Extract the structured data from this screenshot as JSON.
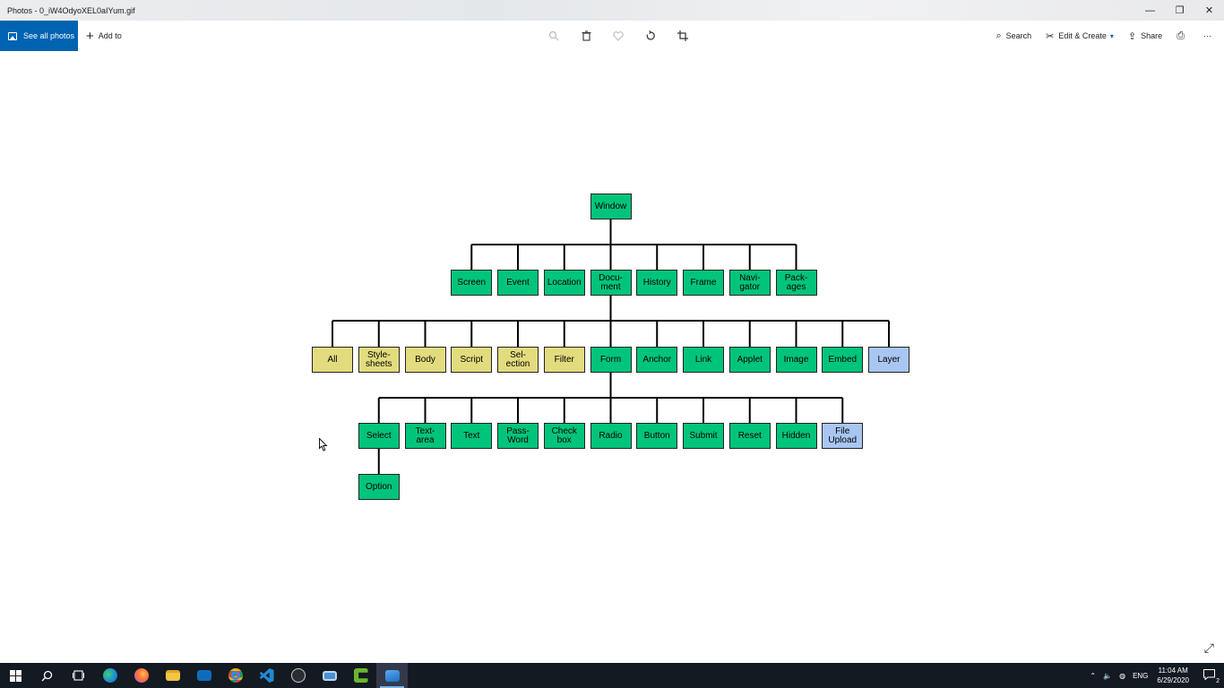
{
  "window": {
    "title": "Photos - 0_iW4OdyoXEL0aIYum.gif",
    "controls": [
      "—",
      "❐",
      "✕"
    ]
  },
  "toolbar": {
    "see_all": "See all photos",
    "add_to": "Add to",
    "search": "Search",
    "edit_create": "Edit & Create",
    "share": "Share",
    "more": "···"
  },
  "diagram": {
    "root": "Window",
    "level1": [
      "Screen",
      "Event",
      "Location",
      "Docu-\nment",
      "History",
      "Frame",
      "Navi-\ngator",
      "Pack-\nages"
    ],
    "level2": [
      {
        "label": "All",
        "color": "yellow"
      },
      {
        "label": "Style-\nsheets",
        "color": "yellow"
      },
      {
        "label": "Body",
        "color": "yellow"
      },
      {
        "label": "Script",
        "color": "yellow"
      },
      {
        "label": "Sel-\nection",
        "color": "yellow"
      },
      {
        "label": "Filter",
        "color": "yellow"
      },
      {
        "label": "Form",
        "color": "green"
      },
      {
        "label": "Anchor",
        "color": "green"
      },
      {
        "label": "Link",
        "color": "green"
      },
      {
        "label": "Applet",
        "color": "green"
      },
      {
        "label": "Image",
        "color": "green"
      },
      {
        "label": "Embed",
        "color": "green"
      },
      {
        "label": "Layer",
        "color": "blue"
      }
    ],
    "level3": [
      {
        "label": "Select",
        "color": "green"
      },
      {
        "label": "Text-\narea",
        "color": "green"
      },
      {
        "label": "Text",
        "color": "green"
      },
      {
        "label": "Pass-\nWord",
        "color": "green"
      },
      {
        "label": "Check\nbox",
        "color": "green"
      },
      {
        "label": "Radio",
        "color": "green"
      },
      {
        "label": "Button",
        "color": "green"
      },
      {
        "label": "Submit",
        "color": "green"
      },
      {
        "label": "Reset",
        "color": "green"
      },
      {
        "label": "Hidden",
        "color": "green"
      },
      {
        "label": "File\nUpload",
        "color": "blue"
      }
    ],
    "level4": [
      "Option"
    ],
    "colors": {
      "green": "#00c47a",
      "yellow": "#e3dc7e",
      "blue": "#a9c6f3"
    }
  },
  "taskbar": {
    "apps": [
      "start-icon",
      "search-icon",
      "task-view-icon",
      "edge-icon",
      "firefox-icon",
      "file-explorer-icon",
      "mail-icon",
      "chrome-icon",
      "vscode-icon",
      "obs-icon",
      "app-icon",
      "camtasia-icon",
      "photos-icon"
    ],
    "language": "ENG",
    "time": "11:04 AM",
    "date": "6/29/2020",
    "notifications": "2"
  }
}
